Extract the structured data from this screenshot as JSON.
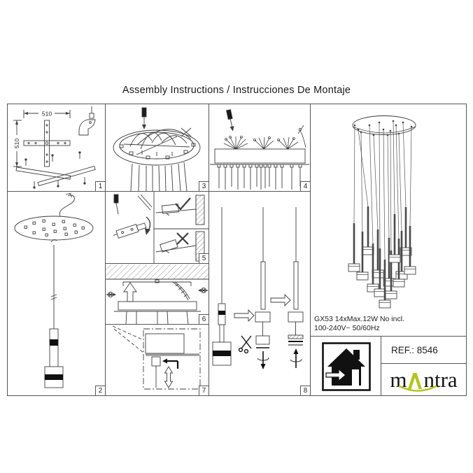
{
  "title": "Assembly Instructions / Instrucciones De Montaje",
  "steps": [
    "1",
    "2",
    "3",
    "4",
    "5",
    "6",
    "7",
    "8"
  ],
  "panel1": {
    "width_label": "510",
    "height_label": "510"
  },
  "product": {
    "lamp_spec": "GX53 14xMax.12W  No incl.",
    "power_spec": "100-240V~ 50/60Hz"
  },
  "footer": {
    "ref": "REF.: 8546",
    "brand_pre": "m",
    "brand_post": "ntra"
  },
  "icons": {
    "screwdriver": "screwdriver-icon",
    "check": "check-icon",
    "cross": "cross-icon",
    "scissors": "scissors-icon",
    "house": "indoor-house-icon",
    "caret": "mantra-caret-icon"
  },
  "colors": {
    "accent_green": "#b5c41e",
    "line": "#3d3d3d",
    "border": "#565656"
  }
}
